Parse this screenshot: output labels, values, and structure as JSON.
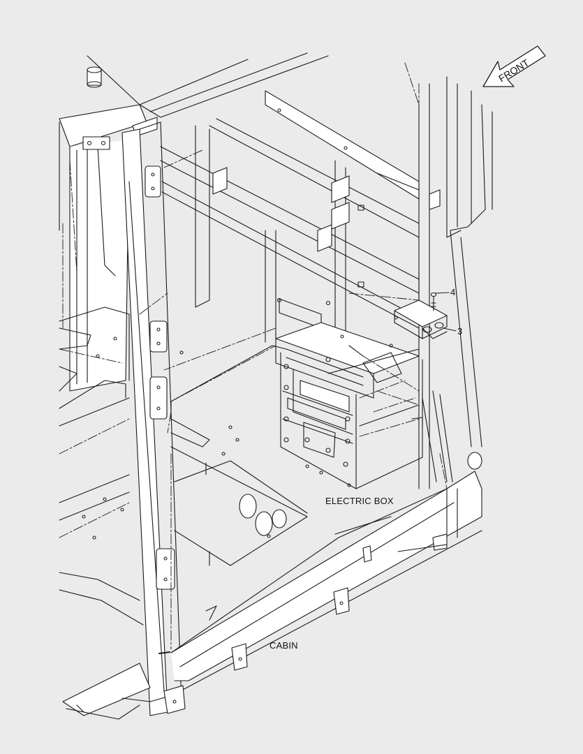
{
  "diagram": {
    "orientation_label": "FRONT",
    "labels": {
      "electric_box": "ELECTRIC BOX",
      "cabin": "CABIN"
    },
    "callouts": [
      {
        "id": "callout-4",
        "text": "4"
      },
      {
        "id": "callout-3",
        "text": "3"
      }
    ],
    "colors": {
      "background": "#ebebeb",
      "panel": "#ffffff",
      "line": "#1a1a1a"
    }
  }
}
